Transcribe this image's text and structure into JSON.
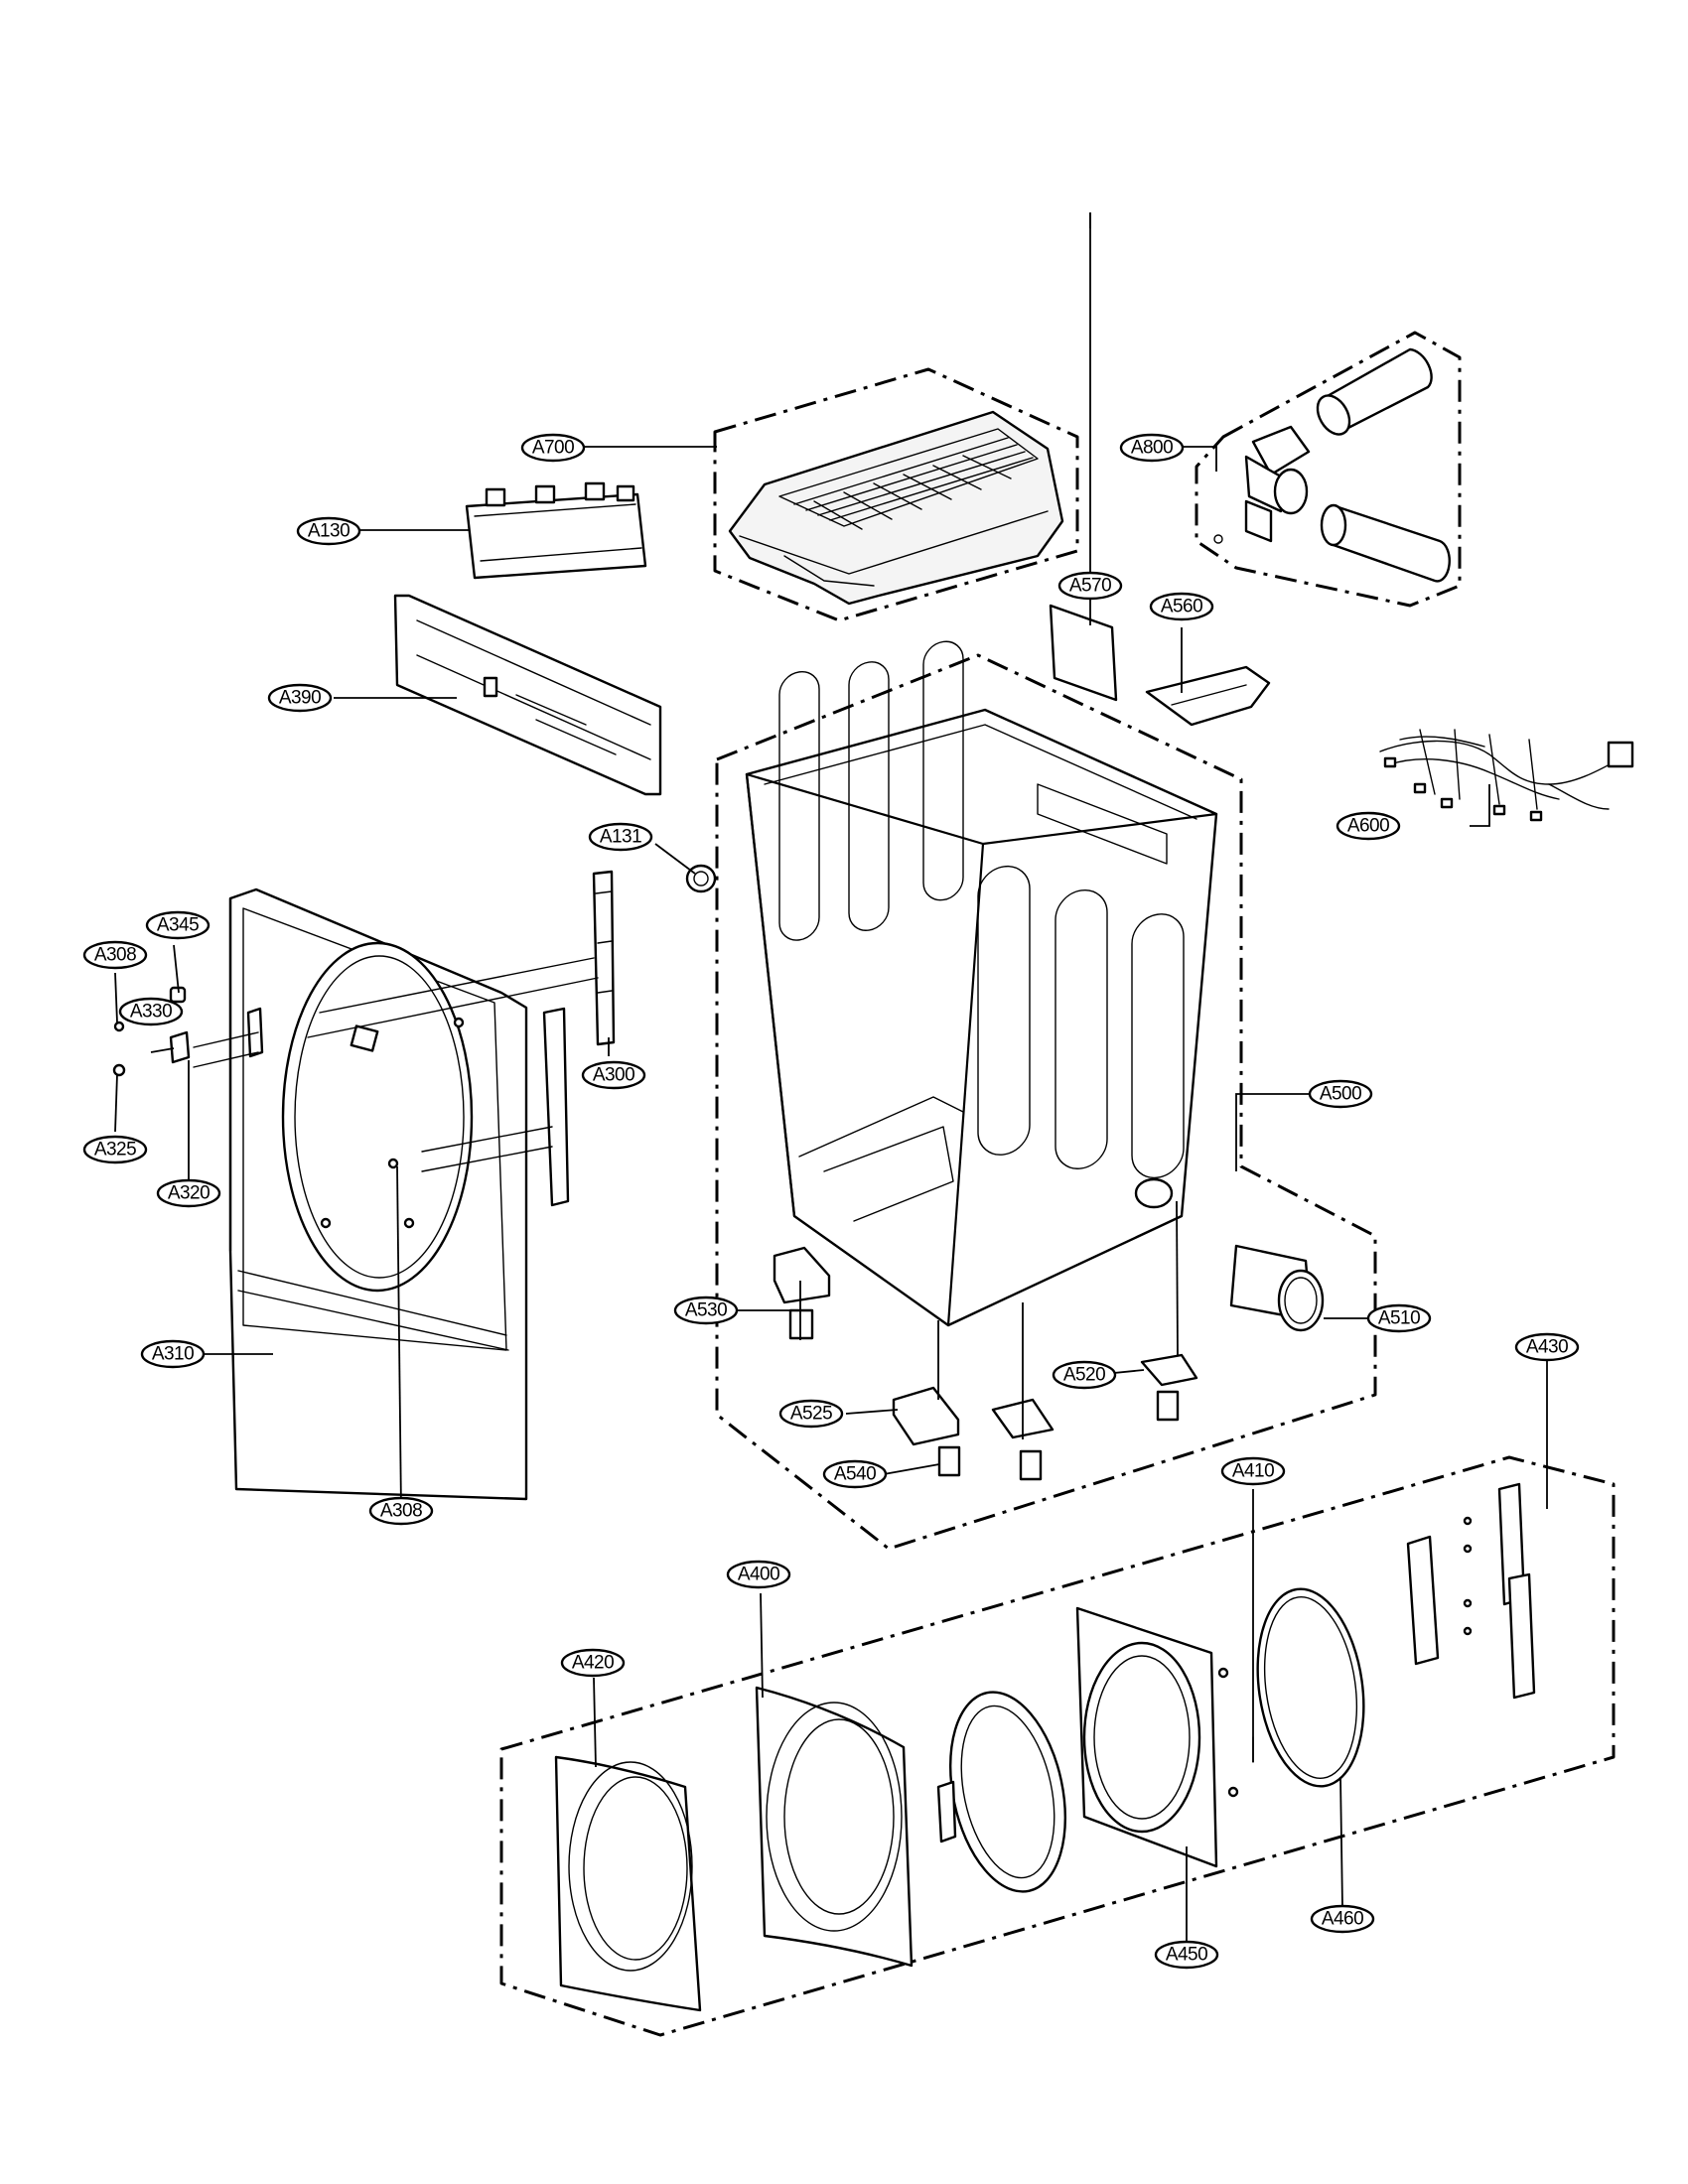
{
  "labels": {
    "a700": "A700",
    "a130": "A130",
    "a390": "A390",
    "a800": "A800",
    "a570": "A570",
    "a560": "A560",
    "a600": "A600",
    "a131": "A131",
    "a345": "A345",
    "a308_top": "A308",
    "a330": "A330",
    "a300": "A300",
    "a325": "A325",
    "a320": "A320",
    "a310": "A310",
    "a308_bottom": "A308",
    "a500": "A500",
    "a530": "A530",
    "a510": "A510",
    "a520": "A520",
    "a525": "A525",
    "a540": "A540",
    "a430": "A430",
    "a410": "A410",
    "a400": "A400",
    "a420": "A420",
    "a450": "A450",
    "a460": "A460"
  }
}
